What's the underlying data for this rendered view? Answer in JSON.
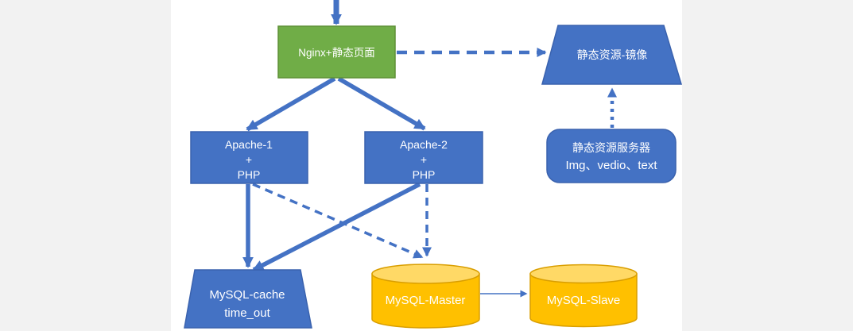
{
  "diagram": {
    "title": "Nginx / Apache / MySQL architecture diagram",
    "background_color": "#ffffff",
    "side_band_color": "#f2f2f2",
    "colors": {
      "blue_fill": "#4472c4",
      "blue_border": "#3a62ae",
      "green_fill": "#70ad47",
      "green_border": "#5e9136",
      "yellow_fill": "#ffc000",
      "yellow_top_fill": "#ffd966",
      "yellow_border": "#d99e00",
      "arrow_color": "#4472c4",
      "label_color": "#ffffff"
    },
    "nodes": {
      "nginx": {
        "label": "Nginx+静态页面",
        "shape": "rectangle",
        "color": "green"
      },
      "mirror": {
        "label": "静态资源-镜像",
        "shape": "trapezoid",
        "color": "blue"
      },
      "static_server": {
        "line1": "静态资源服务器",
        "line2": "Img、vedio、text",
        "shape": "rounded-rectangle",
        "color": "blue"
      },
      "apache1": {
        "line1": "Apache-1",
        "line2": "+",
        "line3": "PHP",
        "shape": "rectangle",
        "color": "blue"
      },
      "apache2": {
        "line1": "Apache-2",
        "line2": "+",
        "line3": "PHP",
        "shape": "rectangle",
        "color": "blue"
      },
      "mysql_cache": {
        "line1": "MySQL-cache",
        "line2": "time_out",
        "shape": "trapezoid",
        "color": "blue"
      },
      "mysql_master": {
        "label": "MySQL-Master",
        "shape": "cylinder",
        "color": "yellow"
      },
      "mysql_slave": {
        "label": "MySQL-Slave",
        "shape": "cylinder",
        "color": "yellow"
      }
    },
    "edges": [
      {
        "from": "top",
        "to": "nginx",
        "style": "solid-thick"
      },
      {
        "from": "nginx",
        "to": "mirror",
        "style": "dashed"
      },
      {
        "from": "nginx",
        "to": "apache1",
        "style": "solid-thick"
      },
      {
        "from": "nginx",
        "to": "apache2",
        "style": "solid-thick"
      },
      {
        "from": "apache1",
        "to": "mysql_cache",
        "style": "solid-thick"
      },
      {
        "from": "apache2",
        "to": "mysql_cache",
        "style": "solid-thick"
      },
      {
        "from": "apache1",
        "to": "mysql_master",
        "style": "dashed"
      },
      {
        "from": "apache2",
        "to": "mysql_master",
        "style": "dashed"
      },
      {
        "from": "static_server",
        "to": "mirror",
        "style": "dotted"
      },
      {
        "from": "mysql_master",
        "to": "mysql_slave",
        "style": "solid-thin"
      }
    ]
  }
}
